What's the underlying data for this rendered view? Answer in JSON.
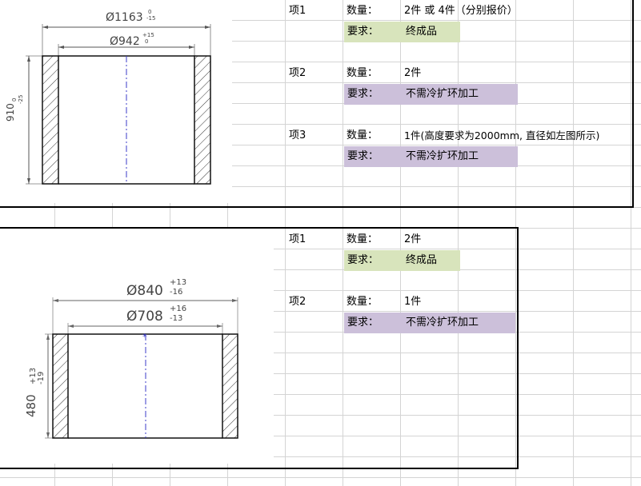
{
  "block1": {
    "drawing": {
      "outer_diameter_label": "Ø1163",
      "outer_tol_upper": "0",
      "outer_tol_lower": "-15",
      "inner_diameter_label": "Ø942",
      "inner_tol_upper": "+15",
      "inner_tol_lower": "0",
      "height_label": "910",
      "height_tol_upper": "0",
      "height_tol_lower": "-25"
    },
    "items": [
      {
        "item": "项1",
        "qty_label": "数量：",
        "qty_value": "2件 或 4件（分别报价）",
        "req_label": "要求：",
        "req_value": "终成品",
        "req_color": "#d8e4bc"
      },
      {
        "item": "项2",
        "qty_label": "数量：",
        "qty_value": "2件",
        "req_label": "要求：",
        "req_value": "不需冷扩环加工",
        "req_color": "#ccc0da"
      },
      {
        "item": "项3",
        "qty_label": "数量：",
        "qty_value": "1件(高度要求为2000mm, 直径如左图所示)",
        "req_label": "要求：",
        "req_value": "不需冷扩环加工",
        "req_color": "#ccc0da"
      }
    ]
  },
  "block2": {
    "drawing": {
      "outer_diameter_label": "Ø840",
      "outer_tol_upper": "+13",
      "outer_tol_lower": "-16",
      "inner_diameter_label": "Ø708",
      "inner_tol_upper": "+16",
      "inner_tol_lower": "-13",
      "height_label": "480",
      "height_tol_upper": "+13",
      "height_tol_lower": "-19"
    },
    "items": [
      {
        "item": "项1",
        "qty_label": "数量：",
        "qty_value": "2件",
        "req_label": "要求：",
        "req_value": "终成品",
        "req_color": "#d8e4bc"
      },
      {
        "item": "项2",
        "qty_label": "数量：",
        "qty_value": "1件",
        "req_label": "要求：",
        "req_value": "不需冷扩环加工",
        "req_color": "#ccc0da"
      }
    ]
  }
}
